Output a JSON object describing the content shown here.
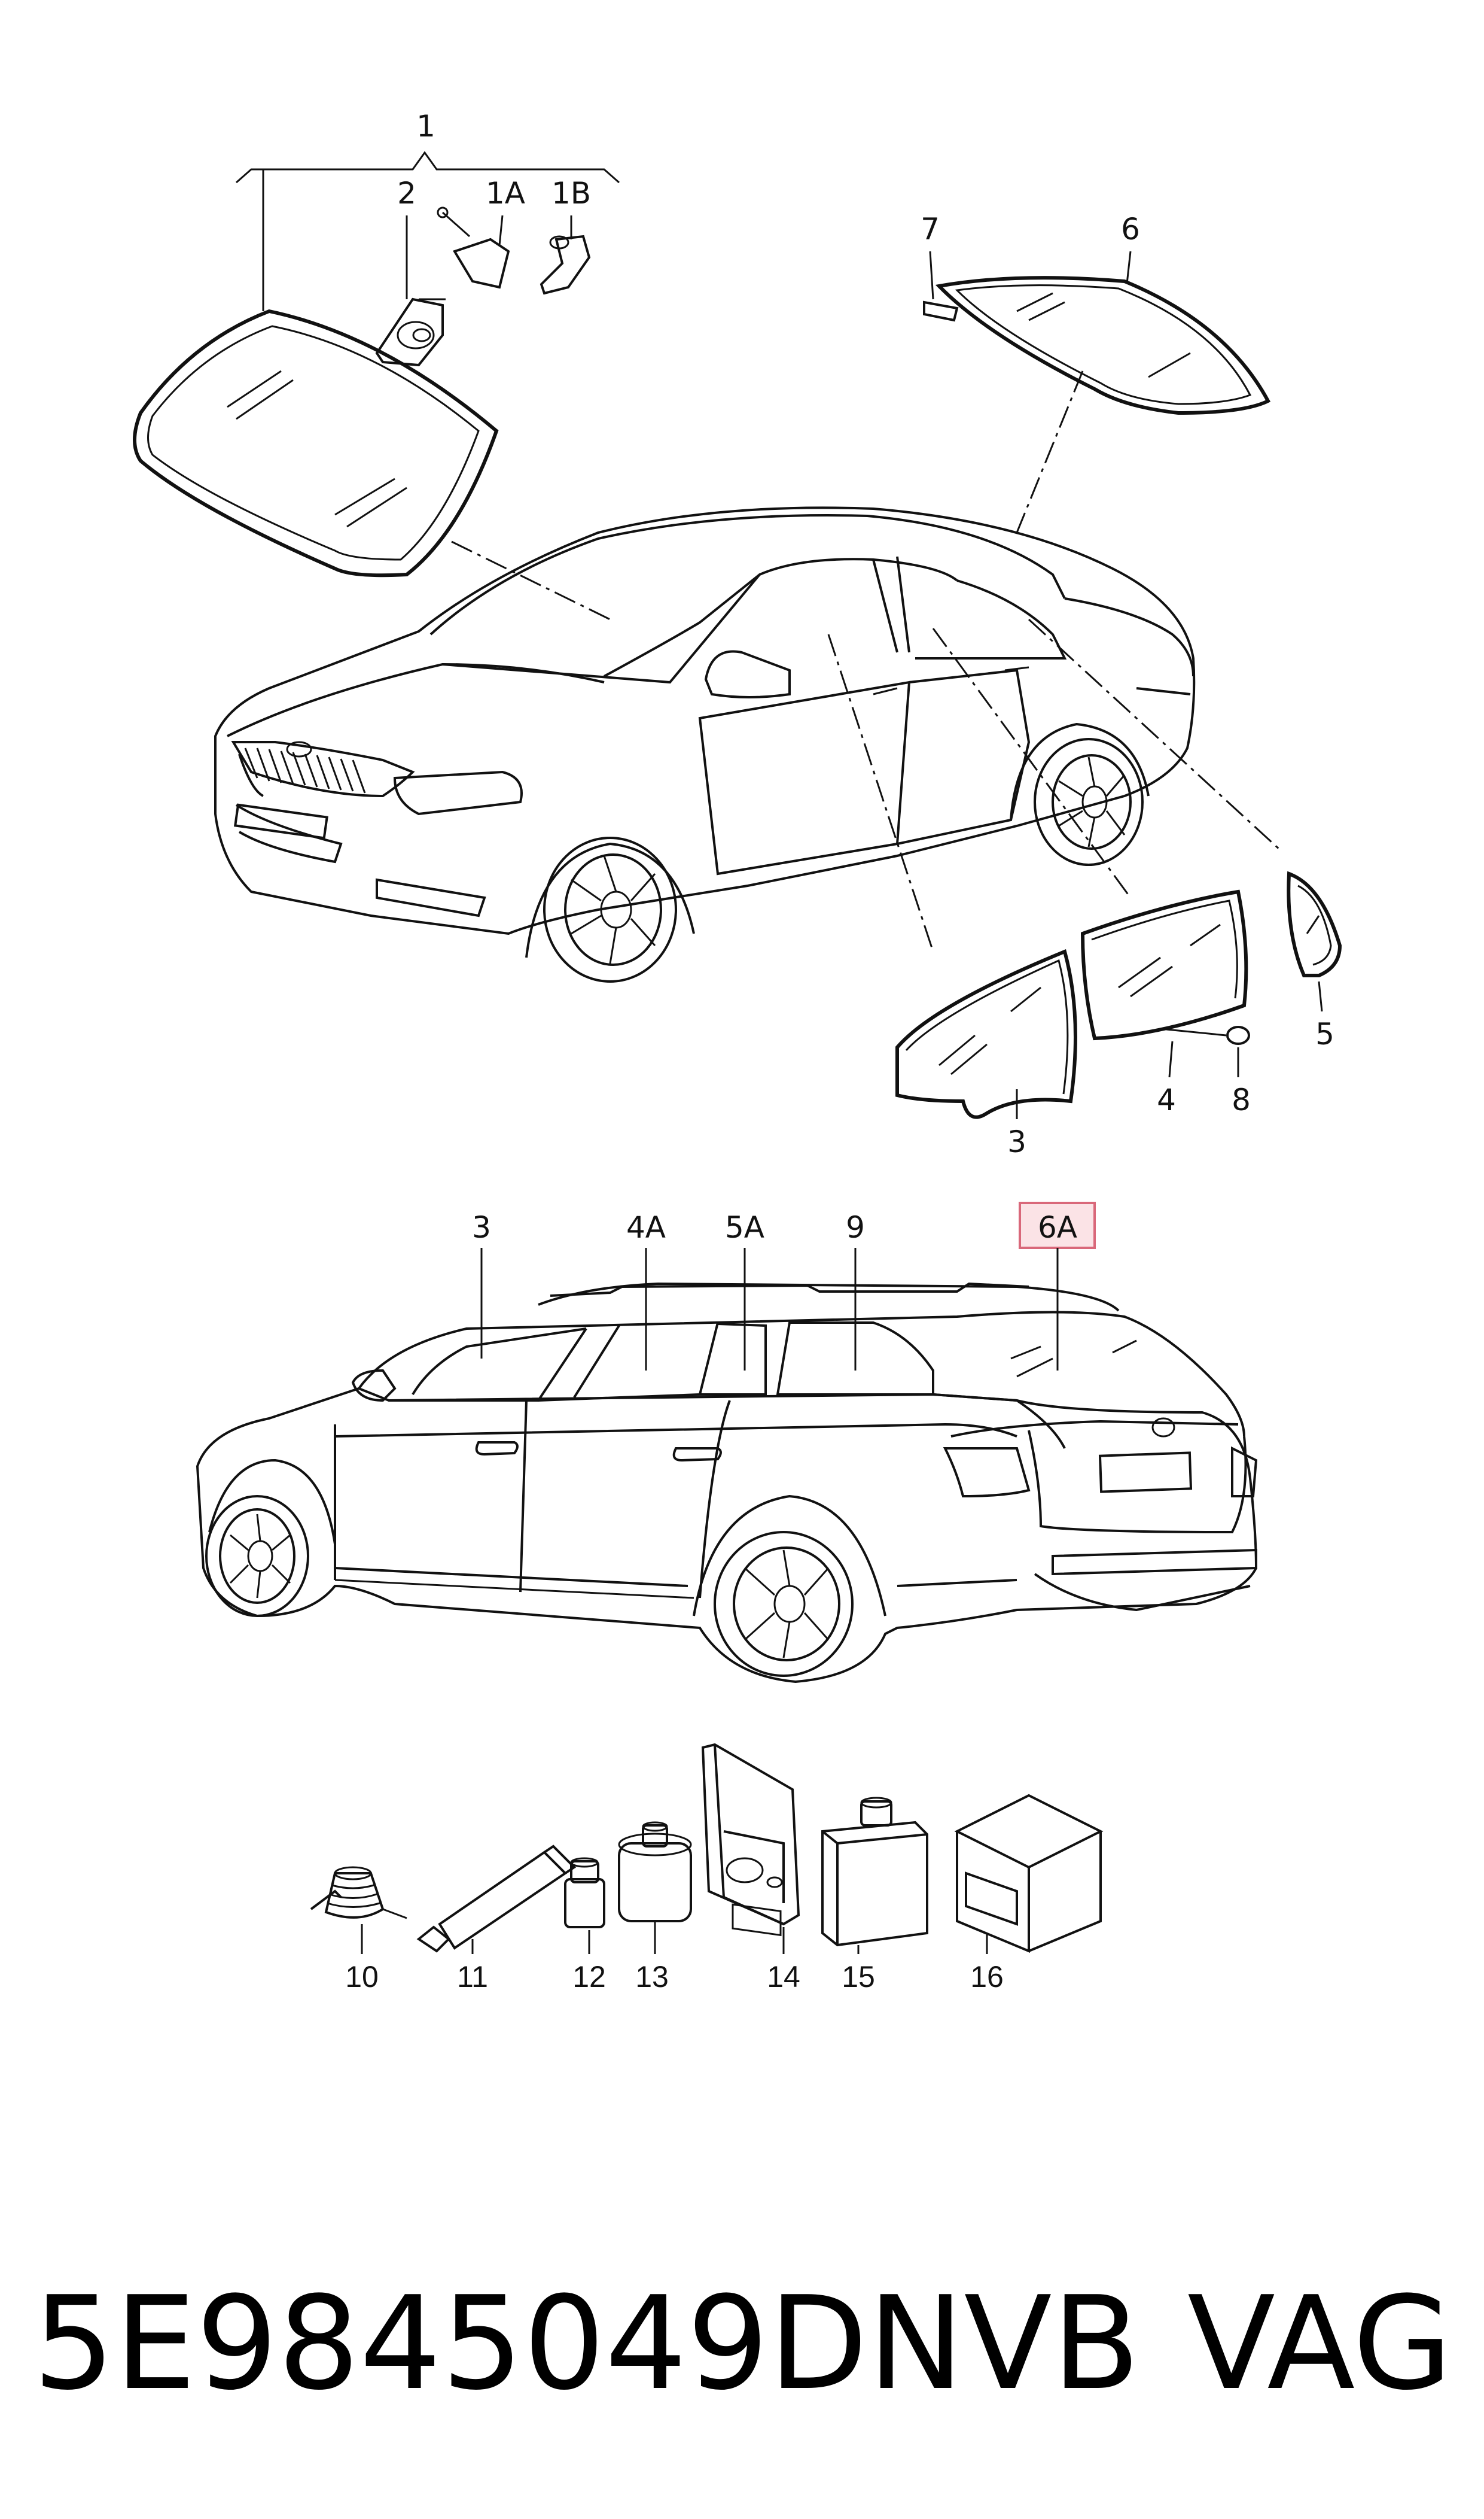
{
  "top_callouts": {
    "c1": "1",
    "c1A": "1A",
    "c1B": "1B",
    "c2": "2",
    "c3": "3",
    "c4": "4",
    "c5": "5",
    "c6": "6",
    "c7": "7",
    "c8": "8"
  },
  "middle_callouts": {
    "c3": "3",
    "c4A": "4A",
    "c5A": "5A",
    "c9": "9",
    "c6A": "6A"
  },
  "bottom_callouts": {
    "c10": "10",
    "c11": "11",
    "c12": "12",
    "c13": "13",
    "c14": "14",
    "c15": "15",
    "c16": "16"
  },
  "footer": {
    "part_number": "5E9845049DNVB",
    "brand": "VAG"
  },
  "colors": {
    "highlight_fill": "#fbe3e6",
    "highlight_stroke": "#d9687a",
    "line": "#111111"
  }
}
